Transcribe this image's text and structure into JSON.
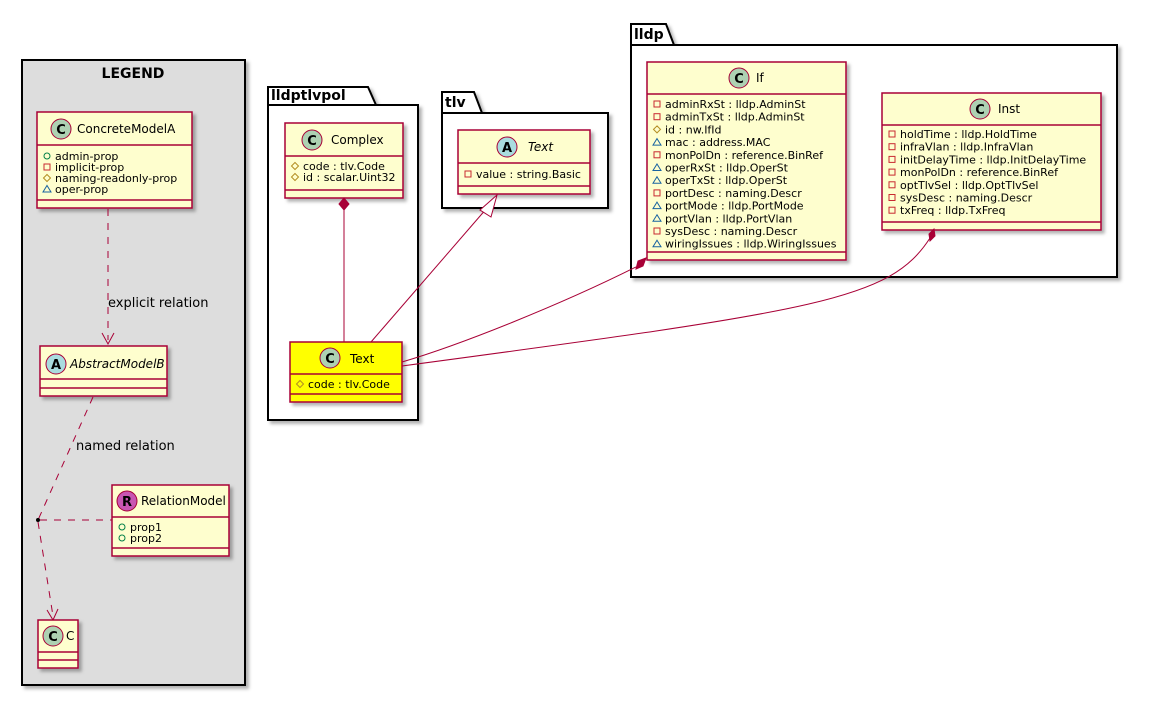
{
  "legend": {
    "title": "LEGEND",
    "concrete_model": {
      "badge": "C",
      "name": "ConcreteModelA",
      "attrs": [
        {
          "vis": "+",
          "text": "admin-prop"
        },
        {
          "vis": "-",
          "text": "implicit-prop"
        },
        {
          "vis": "#",
          "text": "naming-readonly-prop"
        },
        {
          "vis": "~",
          "text": "oper-prop"
        }
      ]
    },
    "explicit_relation_label": "explicit relation",
    "abstract_model": {
      "badge": "A",
      "name": "AbstractModelB"
    },
    "named_relation_label": "named relation",
    "relation_model": {
      "badge": "R",
      "name": "RelationModel",
      "attrs": [
        {
          "vis": "+",
          "text": "prop1"
        },
        {
          "vis": "+",
          "text": "prop2"
        }
      ]
    },
    "c_model": {
      "badge": "C",
      "name": "C"
    }
  },
  "packages": {
    "lldptlvpol": {
      "name": "lldptlvpol",
      "complex": {
        "badge": "C",
        "name": "Complex",
        "attrs": [
          {
            "vis": "#",
            "text": "code : tlv.Code"
          },
          {
            "vis": "#",
            "text": "id : scalar.Uint32"
          }
        ]
      },
      "text": {
        "badge": "C",
        "name": "Text",
        "attrs": [
          {
            "vis": "#",
            "text": "code : tlv.Code"
          }
        ]
      }
    },
    "tlv": {
      "name": "tlv",
      "text": {
        "badge": "A",
        "name": "Text",
        "attrs": [
          {
            "vis": "-",
            "text": "value : string.Basic"
          }
        ]
      }
    },
    "lldp": {
      "name": "lldp",
      "if": {
        "badge": "C",
        "name": "If",
        "attrs": [
          {
            "vis": "-",
            "text": "adminRxSt : lldp.AdminSt"
          },
          {
            "vis": "-",
            "text": "adminTxSt : lldp.AdminSt"
          },
          {
            "vis": "#",
            "text": "id : nw.IfId"
          },
          {
            "vis": "~",
            "text": "mac : address.MAC"
          },
          {
            "vis": "-",
            "text": "monPolDn : reference.BinRef"
          },
          {
            "vis": "~",
            "text": "operRxSt : lldp.OperSt"
          },
          {
            "vis": "~",
            "text": "operTxSt : lldp.OperSt"
          },
          {
            "vis": "-",
            "text": "portDesc : naming.Descr"
          },
          {
            "vis": "~",
            "text": "portMode : lldp.PortMode"
          },
          {
            "vis": "~",
            "text": "portVlan : lldp.PortVlan"
          },
          {
            "vis": "-",
            "text": "sysDesc : naming.Descr"
          },
          {
            "vis": "~",
            "text": "wiringIssues : lldp.WiringIssues"
          }
        ]
      },
      "inst": {
        "badge": "C",
        "name": "Inst",
        "attrs": [
          {
            "vis": "-",
            "text": "holdTime : lldp.HoldTime"
          },
          {
            "vis": "-",
            "text": "infraVlan : lldp.InfraVlan"
          },
          {
            "vis": "-",
            "text": "initDelayTime : lldp.InitDelayTime"
          },
          {
            "vis": "-",
            "text": "monPolDn : reference.BinRef"
          },
          {
            "vis": "-",
            "text": "optTlvSel : lldp.OptTlvSel"
          },
          {
            "vis": "-",
            "text": "sysDesc : naming.Descr"
          },
          {
            "vis": "-",
            "text": "txFreq : lldp.TxFreq"
          }
        ]
      }
    }
  },
  "colors": {
    "class_fill": "#FEFECE",
    "class_border": "#A80036",
    "highlight_fill": "#FFFF00",
    "badge_class": "#ADD1B2",
    "badge_abstract": "#A9DCDF",
    "badge_relation": "#C856B2",
    "legend_bg": "#DDDDDD",
    "relation_line": "#A80036"
  }
}
